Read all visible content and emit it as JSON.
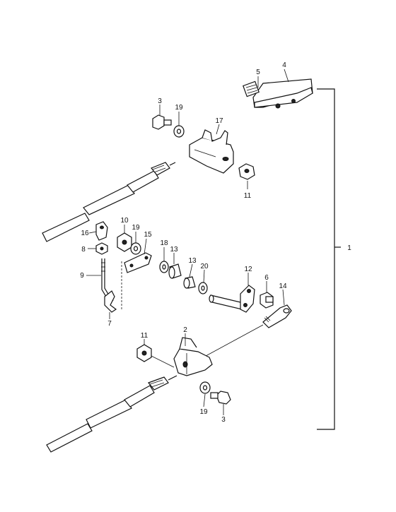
{
  "callouts": {
    "p1": "1",
    "p2": "2",
    "p3a": "3",
    "p3b": "3",
    "p4": "4",
    "p5": "5",
    "p6": "6",
    "p7": "7",
    "p8": "8",
    "p9": "9",
    "p10": "10",
    "p11a": "11",
    "p11b": "11",
    "p12": "12",
    "p13a": "13",
    "p13b": "13",
    "p14": "14",
    "p15": "15",
    "p16": "16",
    "p17": "17",
    "p18": "18",
    "p19a": "19",
    "p19b": "19",
    "p19c": "19",
    "p20": "20"
  }
}
